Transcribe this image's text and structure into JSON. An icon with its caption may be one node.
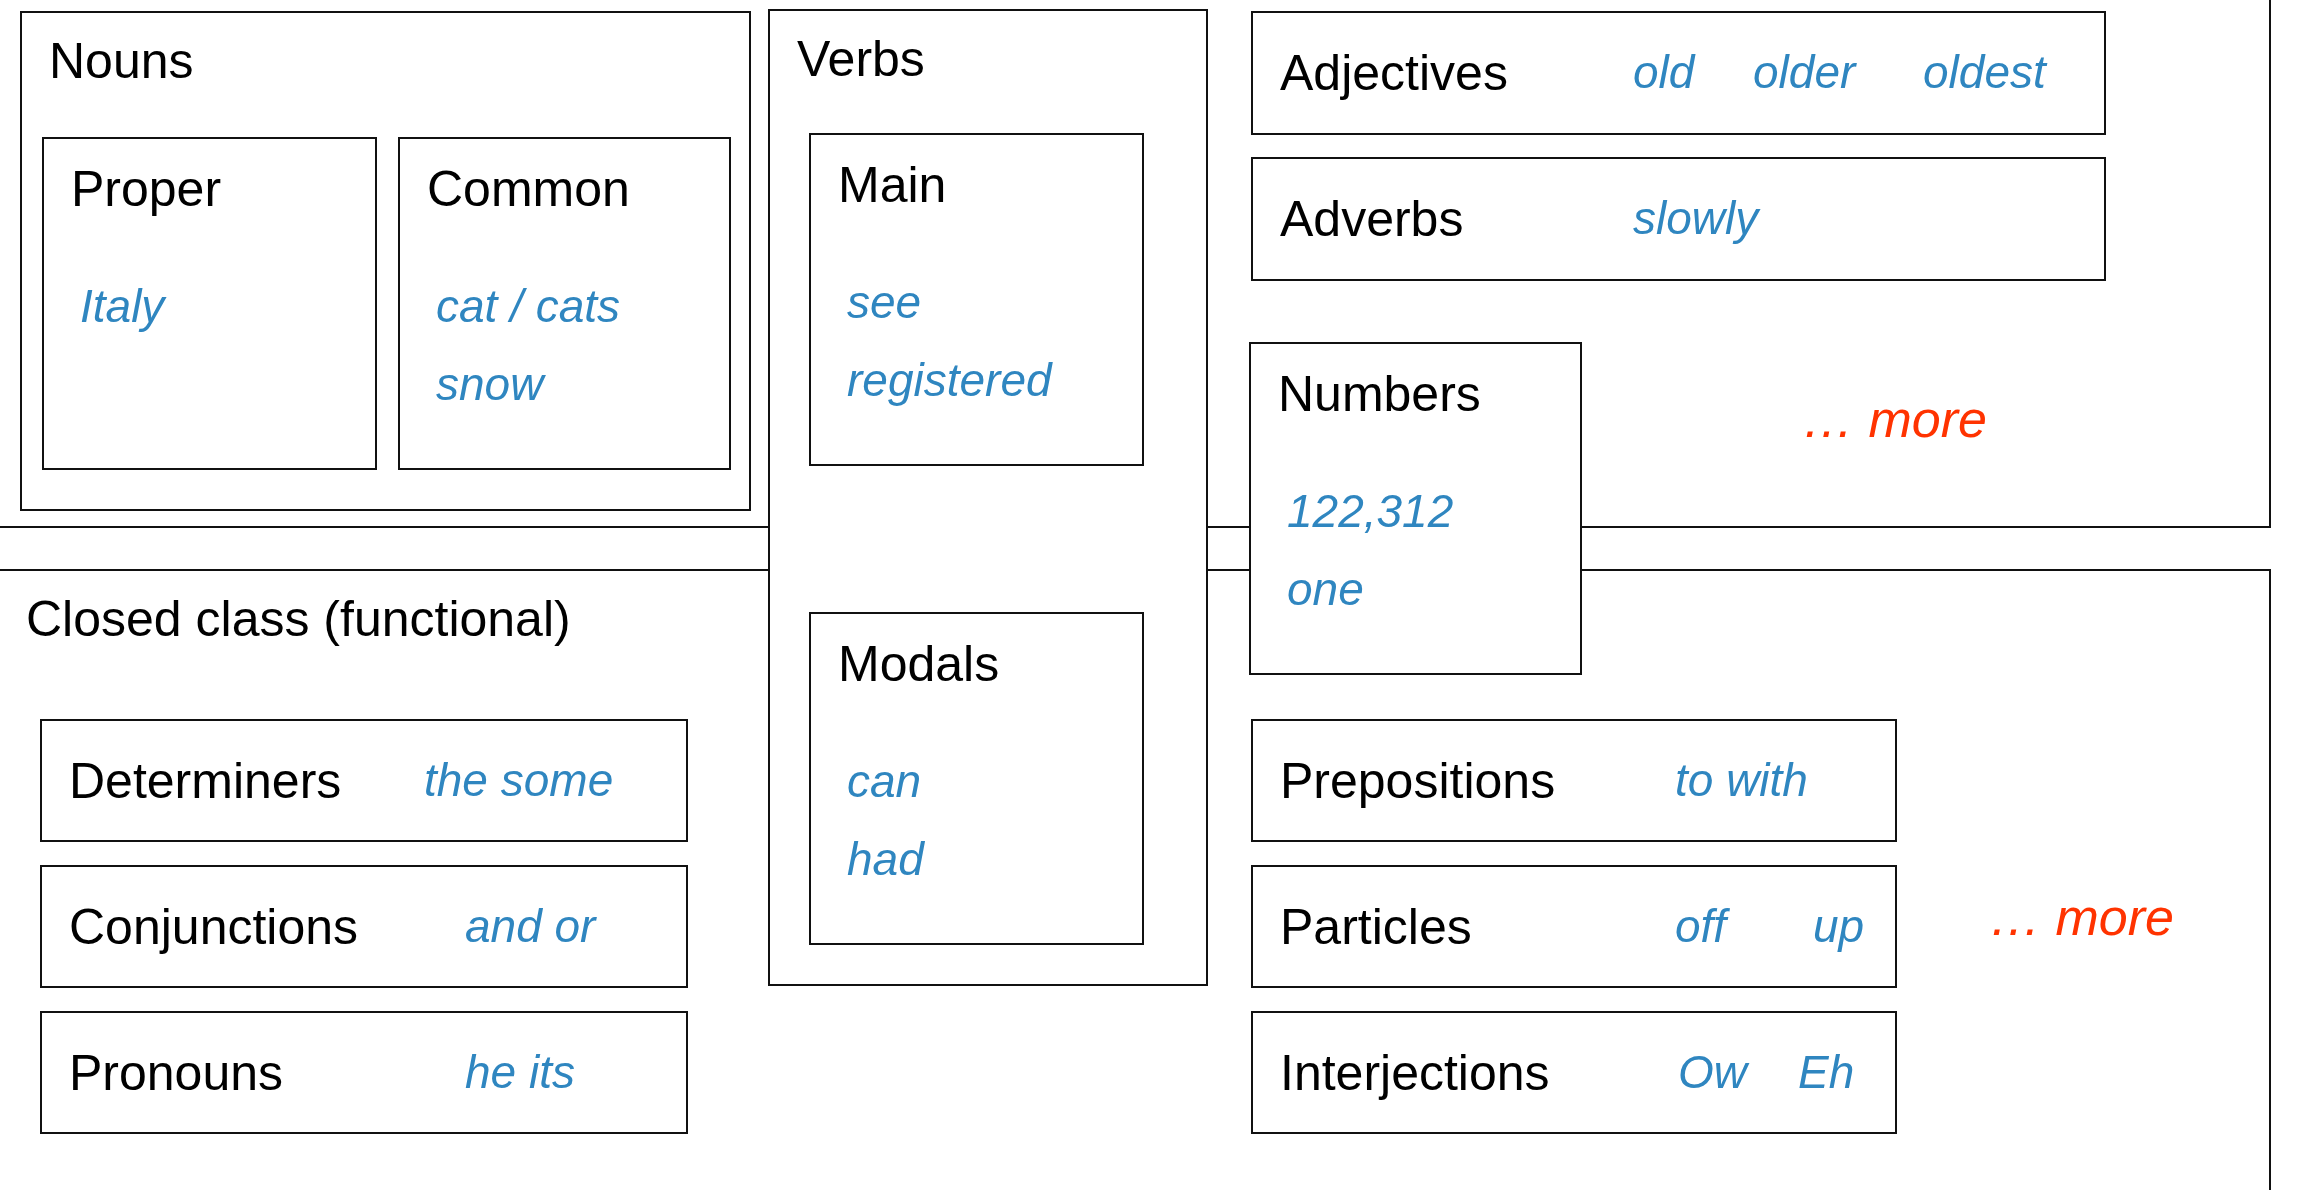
{
  "diagram": {
    "nodes": [
      {
        "text": [],
        "shape": "box"
      },
      {
        "text": [
          "Nouns"
        ],
        "in": 0
      },
      {
        "text": [
          "Proper",
          "Italy"
        ],
        "in": 1
      },
      {
        "text": [
          "Common",
          "cat / cats",
          "snow"
        ],
        "in": 1
      },
      {
        "text": [
          "Verbs"
        ]
      },
      {
        "text": [
          "Main",
          "see",
          "registered"
        ]
      },
      {
        "text": [
          "Modals",
          "can",
          "had"
        ]
      },
      {
        "text": [
          "Adjectives",
          "old",
          "older",
          "oldest"
        ],
        "in": 0
      },
      {
        "text": [
          "Adverbs",
          "slowly"
        ],
        "in": 0
      },
      {
        "text": [
          "Numbers",
          "122,312",
          "one"
        ]
      },
      {
        "text": [
          "Closed class (functional)"
        ]
      },
      {
        "text": [
          "Determiners",
          "the some"
        ],
        "in": 10
      },
      {
        "text": [
          "Conjunctions",
          "and or"
        ],
        "in": 10
      },
      {
        "text": [
          "Pronouns",
          "he its"
        ],
        "in": 10
      },
      {
        "text": [
          "Prepositions",
          "to with"
        ],
        "in": 10
      },
      {
        "text": [
          "Particles",
          "off",
          "up"
        ],
        "in": 10
      },
      {
        "text": [
          "Interjections",
          "Ow",
          "Eh"
        ],
        "in": 10
      }
    ],
    "edges": [],
    "labels": [
      "… more",
      "… more"
    ]
  }
}
